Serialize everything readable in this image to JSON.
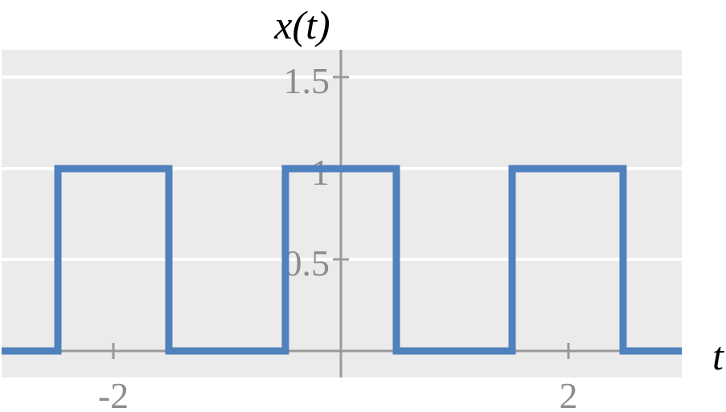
{
  "chart_data": {
    "type": "line",
    "title": "",
    "xlabel": "t",
    "ylabel": "x(t)",
    "xlim": [
      -2.99,
      2.99
    ],
    "ylim": [
      -0.15,
      1.65
    ],
    "grid": true,
    "legend": null,
    "x_ticks": [
      -2,
      2
    ],
    "x_tick_labels": [
      "-2",
      "2"
    ],
    "y_ticks": [
      0.5,
      1,
      1.5
    ],
    "y_tick_labels": [
      "0.5",
      "1",
      "1.5"
    ],
    "description": "Periodic rectangular pulse train, period 2, pulse width 1, amplitude 1",
    "series": [
      {
        "name": "x(t)",
        "color": "#4f81bd",
        "x": [
          -3,
          -2.5,
          -2.5,
          -1.5,
          -1.5,
          -0.5,
          -0.5,
          0.5,
          0.5,
          1.5,
          1.5,
          2.5,
          2.5,
          3
        ],
        "y": [
          0,
          0,
          1,
          1,
          0,
          0,
          1,
          1,
          0,
          0,
          1,
          1,
          0,
          0
        ]
      }
    ]
  },
  "labels": {
    "x_title": "t",
    "y_title": "x(t)",
    "xt_neg2": "-2",
    "xt_2": "2",
    "yt_05": "0.5",
    "yt_1": "1",
    "yt_15": "1.5"
  },
  "colors": {
    "background": "#ebebeb",
    "grid": "#ffffff",
    "line": "#4f81bd",
    "axis": "#999999"
  }
}
